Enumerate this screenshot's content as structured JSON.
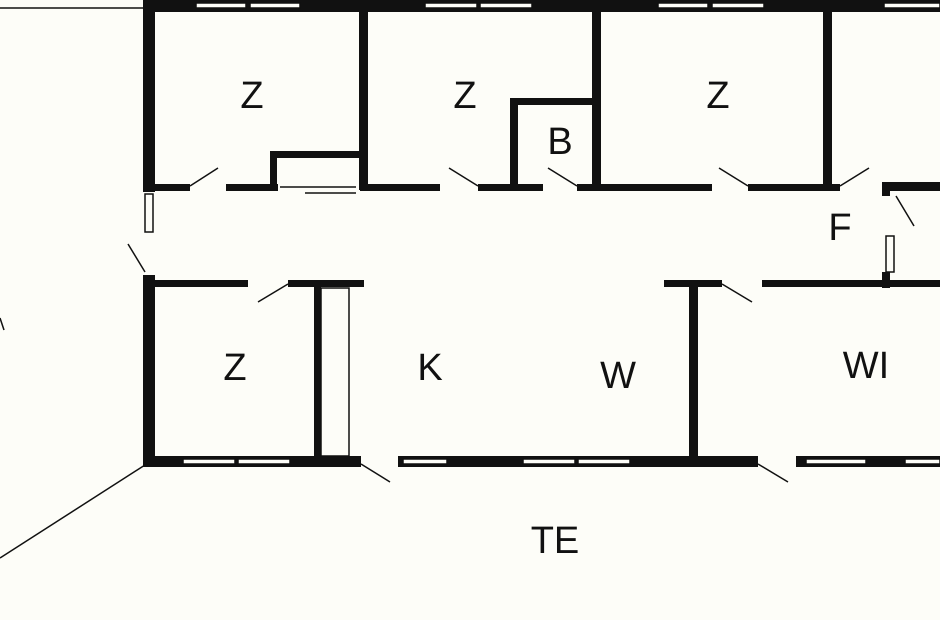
{
  "plan": {
    "colors": {
      "background": "#fdfdf8",
      "walls": "#111111"
    },
    "rooms": [
      {
        "id": "z1",
        "label": "Z"
      },
      {
        "id": "z2",
        "label": "Z"
      },
      {
        "id": "b",
        "label": "B"
      },
      {
        "id": "z3",
        "label": "Z"
      },
      {
        "id": "f",
        "label": "F"
      },
      {
        "id": "z4",
        "label": "Z"
      },
      {
        "id": "k",
        "label": "K"
      },
      {
        "id": "w",
        "label": "W"
      },
      {
        "id": "wi",
        "label": "WI"
      },
      {
        "id": "te",
        "label": "TE"
      }
    ]
  }
}
